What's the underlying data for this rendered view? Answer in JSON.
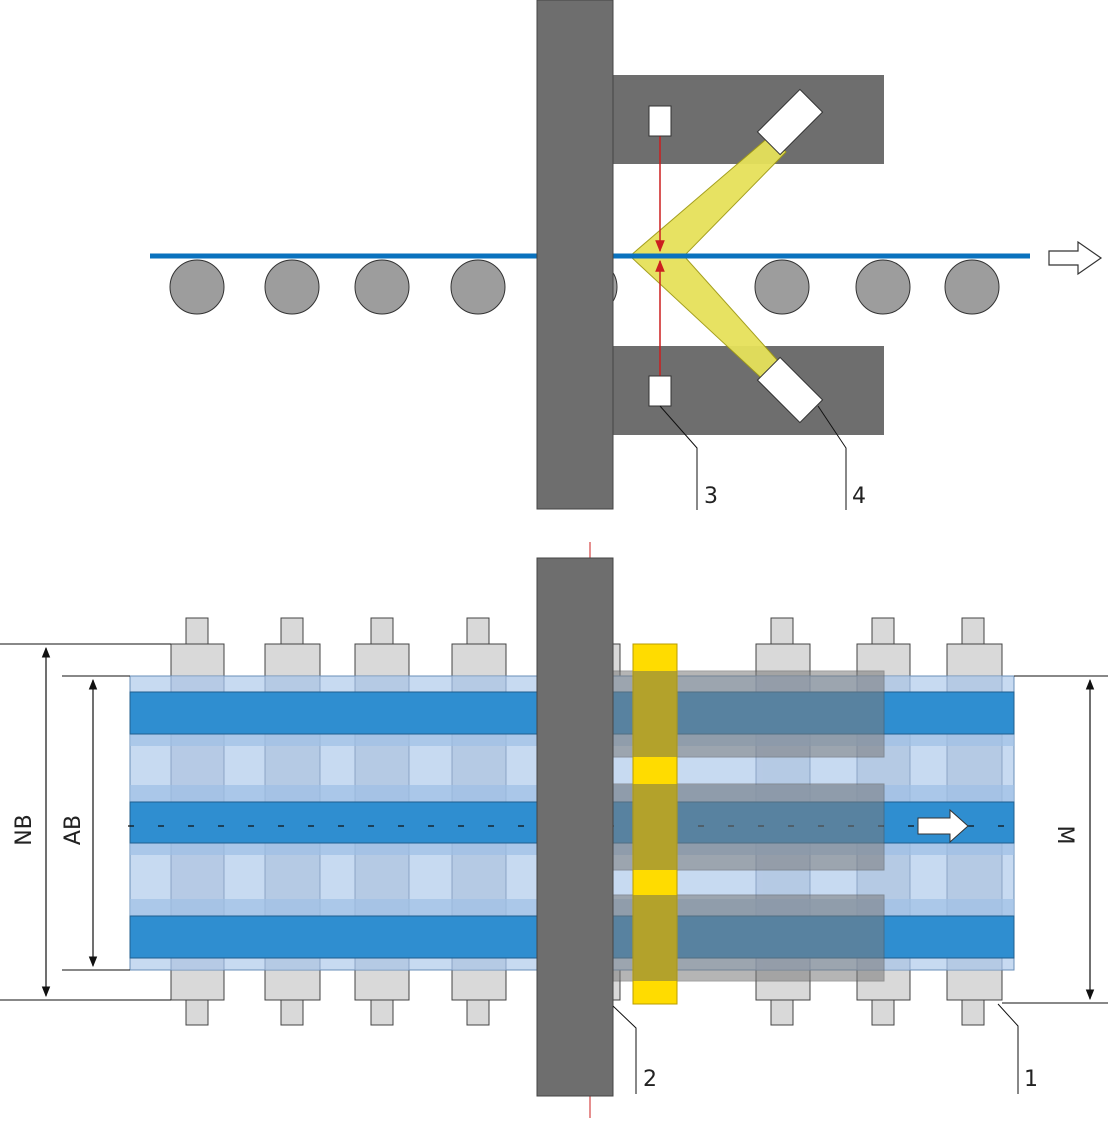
{
  "colors": {
    "frame": "#6e6e6e",
    "roller": "#9d9d9d",
    "sheet_line": "#0a72be",
    "beam": "#e6e15a",
    "beam_stroke": "#a09a14",
    "band_dark": "#2f8ed0",
    "band_light": "#c7daf1",
    "sensor_overlay": "#7a7a7a",
    "yellow_bar": "#ffdc00",
    "bearing": "#d9d9d9",
    "red": "#cc1f1f"
  },
  "labels": {
    "callout_1": "1",
    "callout_2": "2",
    "callout_3": "3",
    "callout_4": "4",
    "dim_nb": "NB",
    "dim_ab": "AB",
    "dim_m": "M"
  },
  "icons": {
    "side_direction": "right-arrow-outline-icon",
    "plan_direction": "right-arrow-filled-icon"
  }
}
